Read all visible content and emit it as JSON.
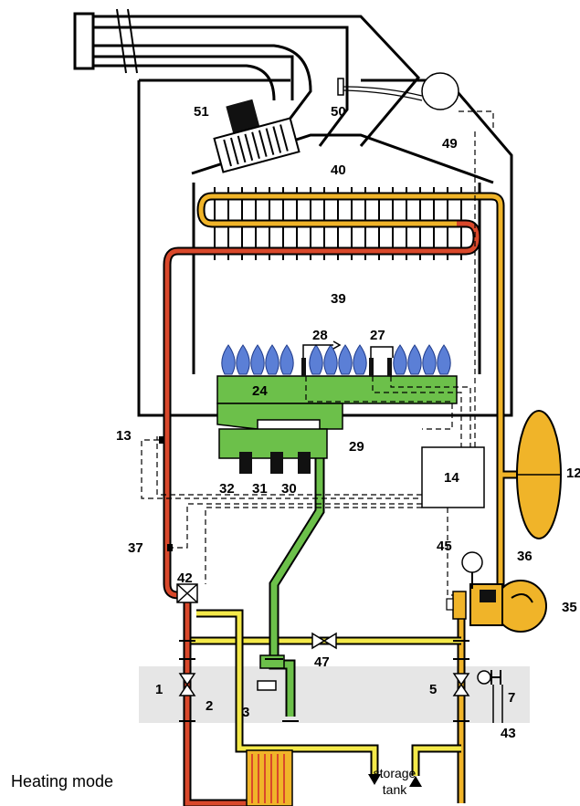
{
  "caption": "Heating mode",
  "storage_tank": {
    "line1": "storage",
    "line2": "tank"
  },
  "labels": {
    "n1": "1",
    "n2": "2",
    "n3": "3",
    "n5": "5",
    "n7": "7",
    "n12": "12",
    "n13": "13",
    "n14": "14",
    "n24": "24",
    "n27": "27",
    "n28": "28",
    "n29": "29",
    "n30": "30",
    "n31": "31",
    "n32": "32",
    "n35": "35",
    "n36": "36",
    "n37": "37",
    "n39": "39",
    "n40": "40",
    "n42": "42",
    "n43": "43",
    "n45": "45",
    "n47": "47",
    "n49": "49",
    "n50": "50",
    "n51": "51"
  },
  "colors": {
    "hot_flow": "#d9482b",
    "return_flow": "#f0b429",
    "dhw": "#f4e94a",
    "gas": "#6cc04a",
    "pipe_outline": "#000000",
    "band": "#e6e6e6",
    "flame": "#5b7fd6"
  }
}
